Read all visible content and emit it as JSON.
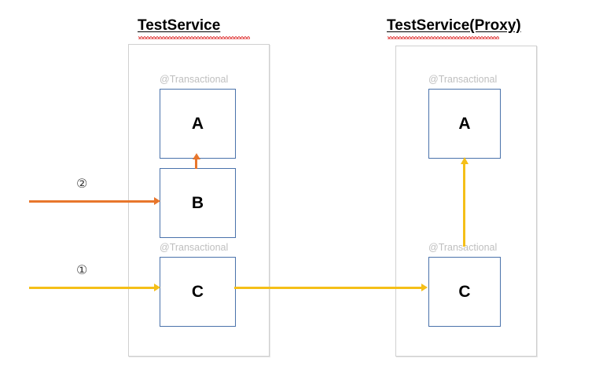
{
  "diagram": {
    "title_left": "TestService",
    "title_right": "TestService(Proxy)",
    "annotation": "@Transactional",
    "colors": {
      "node_border": "#4a72ab",
      "container_border": "#d0d0d0",
      "annotation_text": "#bfbfbf",
      "arrow_orange": "#e8762c",
      "arrow_yellow": "#f5bf18",
      "spellcheck_underline": "#e03131",
      "text": "#000000"
    },
    "groups": [
      {
        "name": "left-group",
        "title": "TestService",
        "nodes": [
          {
            "id": "left-a",
            "label": "A",
            "annotation": "@Transactional"
          },
          {
            "id": "left-b",
            "label": "B",
            "annotation": ""
          },
          {
            "id": "left-c",
            "label": "C",
            "annotation": "@Transactional"
          }
        ]
      },
      {
        "name": "right-group",
        "title": "TestService(Proxy)",
        "nodes": [
          {
            "id": "right-a",
            "label": "A",
            "annotation": "@Transactional"
          },
          {
            "id": "right-c",
            "label": "C",
            "annotation": "@Transactional"
          }
        ]
      }
    ],
    "flows": [
      {
        "id": "flow-2",
        "step_label": "②",
        "color": "#e8762c",
        "description": "external call into B, then B calls A internally"
      },
      {
        "id": "flow-1",
        "step_label": "①",
        "color": "#f5bf18",
        "description": "external call into C, C goes through proxy C then proxy A"
      }
    ]
  }
}
